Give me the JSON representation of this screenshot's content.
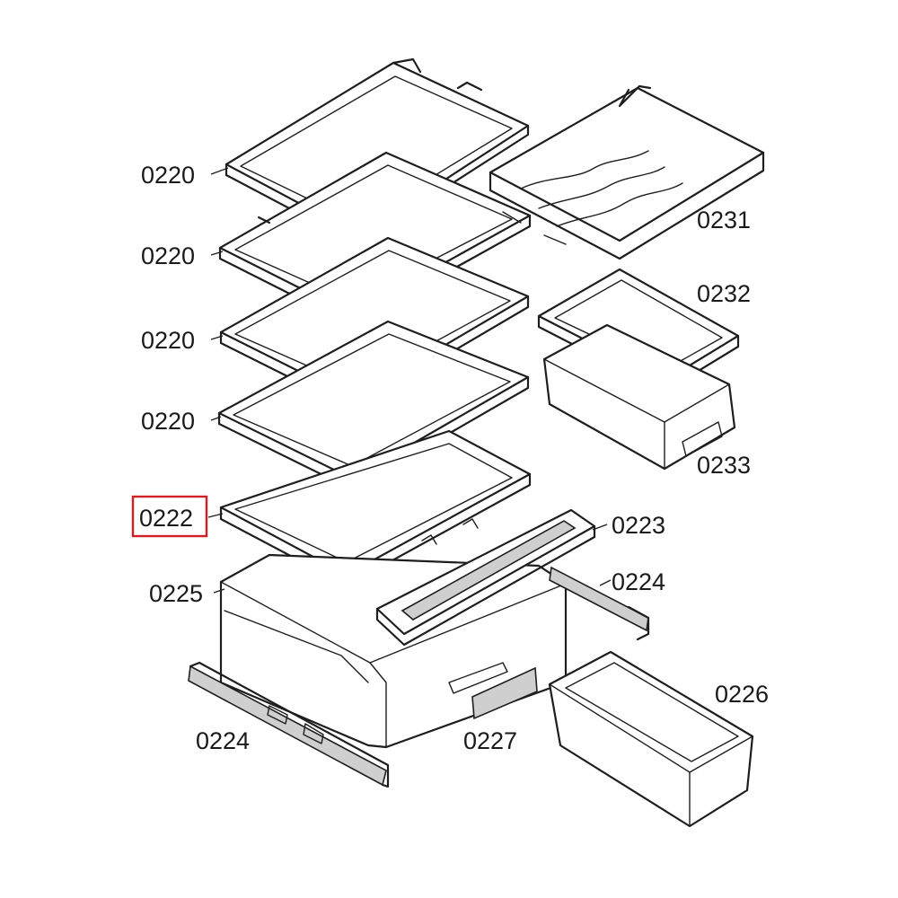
{
  "highlight_color": "#d21f26",
  "labels": {
    "l_0220_a": "0220",
    "l_0220_b": "0220",
    "l_0220_c": "0220",
    "l_0220_d": "0220",
    "l_0222": "0222",
    "l_0225": "0225",
    "l_0224_a": "0224",
    "l_0224_b": "0224",
    "l_0227": "0227",
    "l_0231": "0231",
    "l_0232": "0232",
    "l_0233": "0233",
    "l_0223": "0223",
    "l_0226": "0226"
  }
}
